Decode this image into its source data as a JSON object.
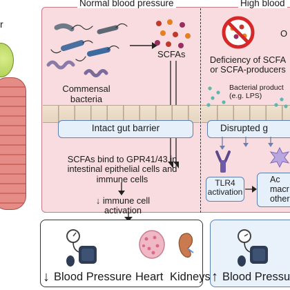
{
  "left_partial_label": "r",
  "normal": {
    "header": "Normal blood pressure",
    "commensal_label": "Commensal\nbacteria",
    "scfa_label": "SCFAs",
    "barrier_label": "Intact gut barrier",
    "bind_text": "SCFAs bind to GPR41/43 in\nintestinal epithelial cells and\nimmune cells",
    "immune_text": "↓ immune cell\nactivation"
  },
  "high": {
    "header": "High blood",
    "partial_right": "O",
    "deficiency_text": "Deficiency of SCFA\nor SCFA-producers",
    "products_text": "Bacterial product\n(e.g. LPS)",
    "barrier_label": "Disrupted g",
    "tlr4_label": "TLR4\nactivation",
    "macro_text": "Ac\nmacr\nother"
  },
  "outcomes_normal": {
    "arrow": "↓",
    "bp_label": "Blood Pressure",
    "heart_label": "Heart",
    "kidneys_label": "Kidneys"
  },
  "outcomes_high": {
    "arrow": "↑",
    "bp_label": "Blood Pressure"
  },
  "colors": {
    "panel_pink": "#f8dcdf",
    "scfa_dots": [
      "#c0392b",
      "#e67e22",
      "#9b2d5f"
    ],
    "barrier_blue": "#e6f0fb",
    "prohibit_red": "#d62828",
    "lps_teal": "#5fb6ad"
  }
}
